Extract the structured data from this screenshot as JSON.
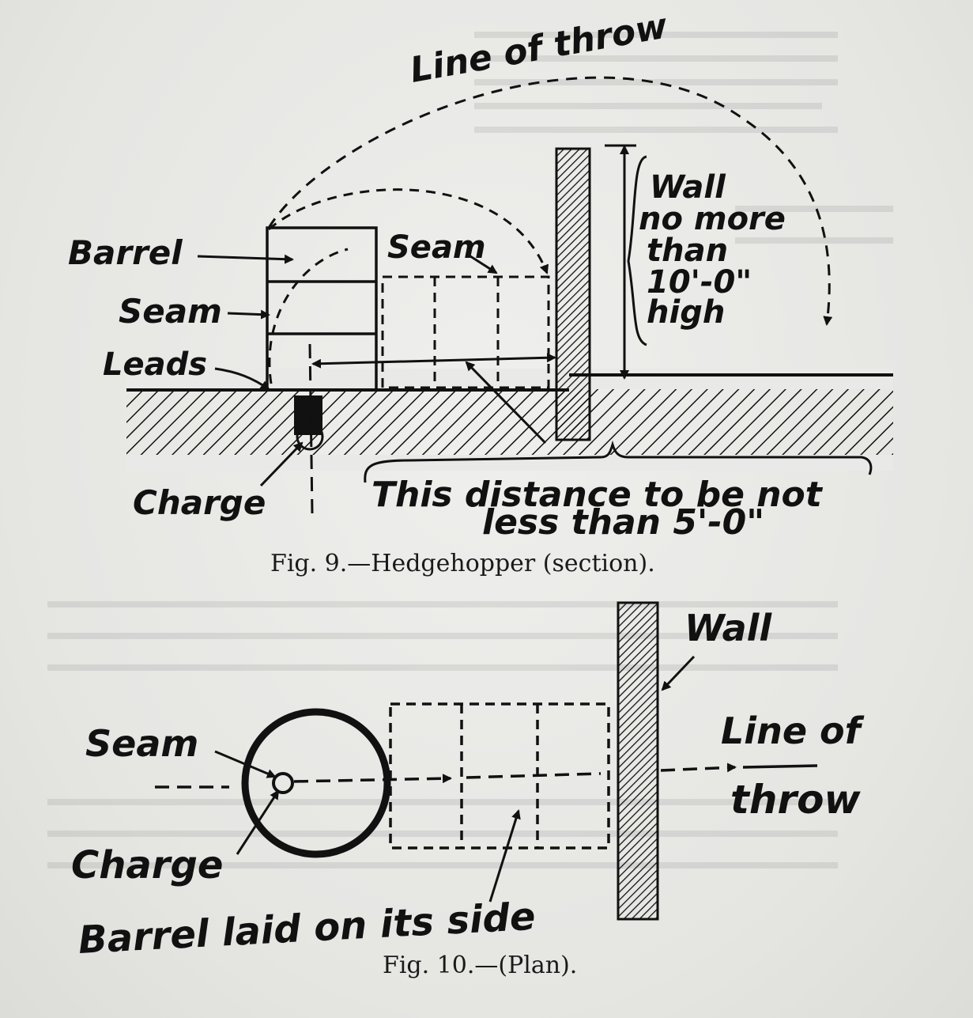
{
  "fig9": {
    "line_of_throw": "Line of throw",
    "barrel": "Barrel",
    "seam_left": "Seam",
    "seam_top": "Seam",
    "leads": "Leads",
    "charge": "Charge",
    "wall_1": "Wall",
    "wall_2": "no more",
    "wall_3": "than",
    "wall_4": "10'-0\"",
    "wall_5": "high",
    "dist_1": "This distance to be not",
    "dist_2": "less than 5'-0\"",
    "caption": "Fig. 9.—Hedgehopper (section)."
  },
  "fig10": {
    "wall": "Wall",
    "seam": "Seam",
    "charge": "Charge",
    "line_of_throw_1": "Line of",
    "line_of_throw_2": "throw",
    "barrel_side": "Barrel laid on its side",
    "caption": "Fig. 10.—(Plan)."
  }
}
